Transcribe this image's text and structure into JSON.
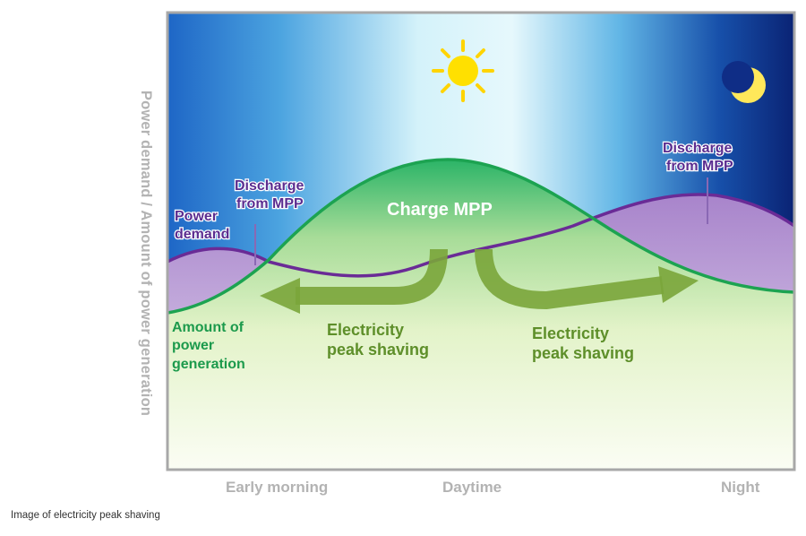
{
  "y_axis_label": "Power demand / Amount of power generation",
  "x_axis_ticks": [
    "Early morning",
    "Daytime",
    "Night"
  ],
  "labels": {
    "power_demand": [
      "Power",
      "demand"
    ],
    "discharge_left": [
      "Discharge",
      "from MPP"
    ],
    "discharge_right": [
      "Discharge",
      "from MPP"
    ],
    "charge": "Charge MPP",
    "generation": [
      "Amount of",
      "power",
      "generation"
    ],
    "peak_shaving_left": [
      "Electricity",
      "peak shaving"
    ],
    "peak_shaving_right": [
      "Electricity",
      "peak shaving"
    ]
  },
  "icons": {
    "sun": "sun-icon",
    "moon": "crescent-moon-icon"
  },
  "caption": "Image of electricity peak shaving",
  "colors": {
    "demand": "#6a2b96",
    "generation": "#1ca351",
    "arrow": "#7aa53a",
    "label_text_purple": "#5b2d90",
    "label_text_green": "#1c9a4c",
    "peak_text": "#5e8f2a"
  }
}
